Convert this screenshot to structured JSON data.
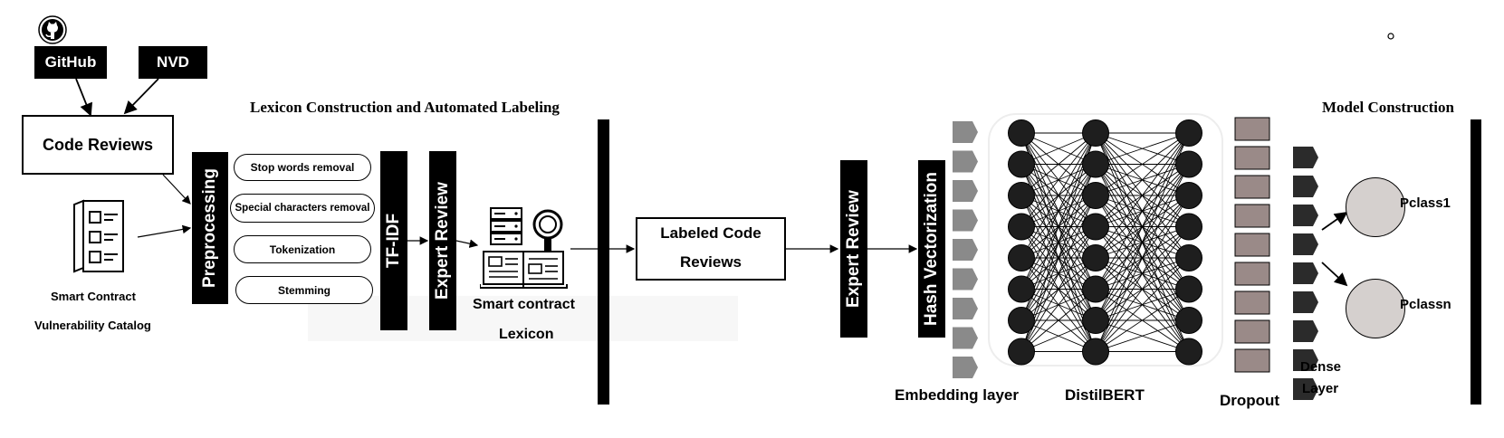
{
  "sources": {
    "github_label": "GitHub",
    "nvd_label": "NVD"
  },
  "code_reviews_label": "Code Reviews",
  "catalog": {
    "line1": "Smart Contract",
    "line2": "Vulnerability Catalog"
  },
  "section_titles": {
    "lexicon": "Lexicon Construction and Automated  Labeling",
    "model": "Model Construction"
  },
  "preprocessing": {
    "label": "Preprocessing",
    "steps": [
      "Stop words removal",
      "Special characters removal",
      "Tokenization",
      "Stemming"
    ]
  },
  "tfidf_label": "TF-IDF",
  "expert_review_label": "Expert Review",
  "lexicon_label": {
    "line1": "Smart contract",
    "line2": "Lexicon"
  },
  "labeled_reviews": {
    "line1": "Labeled Code",
    "line2": "Reviews"
  },
  "expert_review_2_label": "Expert Review",
  "hash_vectorization_label": "Hash Vectorization",
  "layers": {
    "embedding": "Embedding layer",
    "distilbert": "DistilBERT",
    "dropout": "Dropout",
    "dense_line1": "Dense",
    "dense_line2": "Layer"
  },
  "outputs": [
    "Pclass1",
    "Pclassn"
  ],
  "colors": {
    "embedding_fill": "#8a8a8a",
    "dropout_fill": "#9a8a88",
    "dense_fill": "#2b2b2b",
    "node_fill": "#1e1e1e",
    "output_fill": "#d5d0ce"
  }
}
